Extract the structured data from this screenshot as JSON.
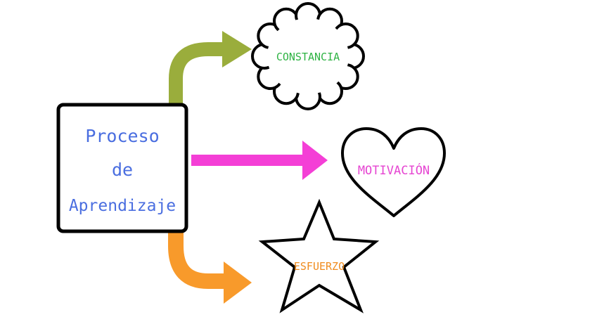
{
  "main": {
    "line1": "Proceso",
    "line2": "de",
    "line3": "Aprendizaje"
  },
  "nodes": {
    "constancia": "CONSTANCIA",
    "motivacion": "MOTIVACIÓN",
    "esfuerzo": "ESFUERZO"
  },
  "colors": {
    "green_arrow": "#9aad3c",
    "pink_arrow": "#f43fd6",
    "orange_arrow": "#f89a2b",
    "blue_text": "#4a6ee0",
    "green_text": "#2fb344",
    "pink_text": "#e646d2",
    "orange_text": "#f08c1e"
  }
}
